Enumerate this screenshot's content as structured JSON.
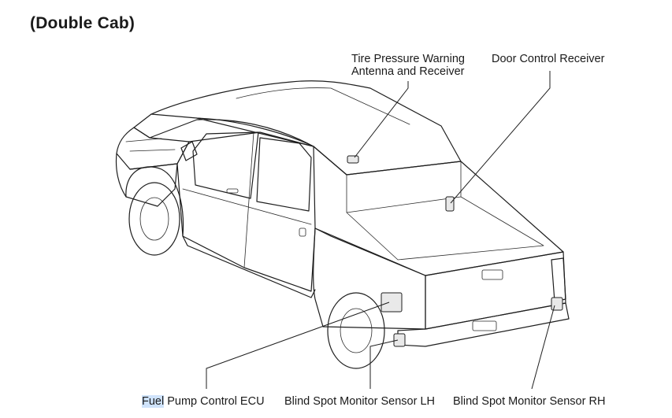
{
  "title": "(Double Cab)",
  "labels": {
    "tire_pressure_line1": "Tire Pressure Warning",
    "tire_pressure_line2": "Antenna and Receiver",
    "door_control_receiver": "Door Control Receiver",
    "fuel_pump_highlight": "Fuel",
    "fuel_pump_rest": " Pump Control ECU",
    "blind_spot_lh": "Blind Spot Monitor Sensor LH",
    "blind_spot_rh": "Blind Spot Monitor Sensor RH"
  },
  "colors": {
    "line": "#1e1e1e",
    "selection_highlight": "#cfe3fb",
    "background": "#ffffff"
  }
}
